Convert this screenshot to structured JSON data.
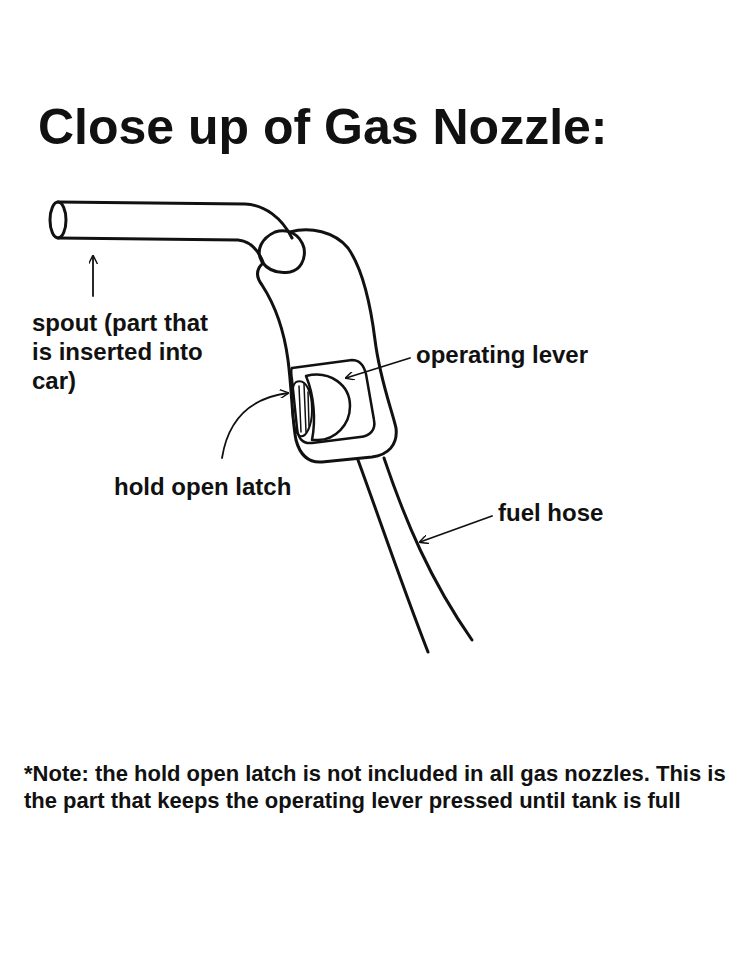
{
  "diagram": {
    "title": "Close up of Gas Nozzle:",
    "labels": [
      "spout (part that is inserted into car)",
      "operating lever",
      "hold open latch",
      "fuel hose",
      "*Note: the hold open latch is not included in all gas nozzles. This is the part that keeps the operating lever pressed until tank is full"
    ]
  }
}
